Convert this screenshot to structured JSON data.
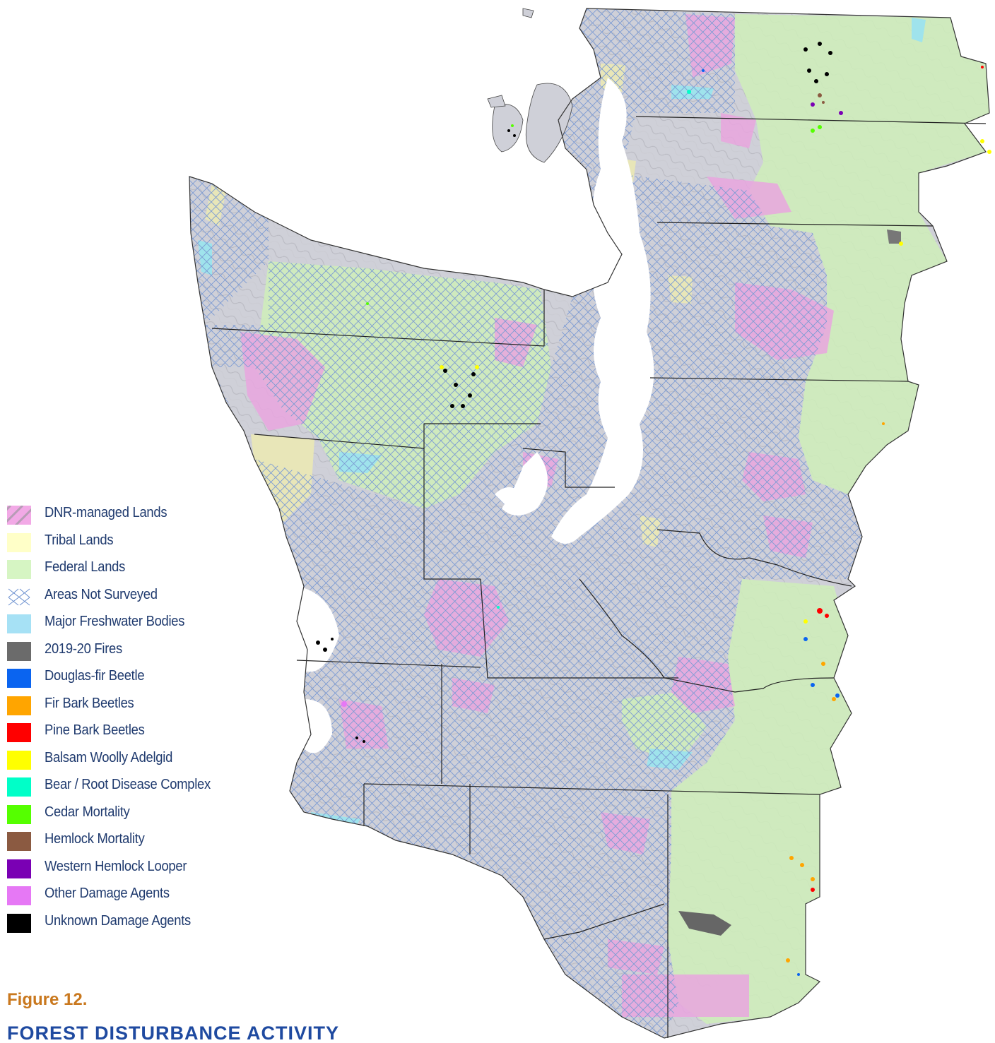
{
  "figure": {
    "label": "Figure 12.",
    "title": "FOREST DISTURBANCE ACTIVITY"
  },
  "legend": [
    {
      "key": "dnr",
      "label": "DNR-managed Lands",
      "color": "#f2a9e6",
      "pattern": "diagonal-hatch"
    },
    {
      "key": "tribal",
      "label": "Tribal Lands",
      "color": "#ffffc8",
      "pattern": "solid"
    },
    {
      "key": "federal",
      "label": "Federal Lands",
      "color": "#d6f5c3",
      "pattern": "solid"
    },
    {
      "key": "not_surveyed",
      "label": "Areas Not Surveyed",
      "color": "#6a8fcf",
      "pattern": "crosshatch"
    },
    {
      "key": "freshwater",
      "label": "Major Freshwater Bodies",
      "color": "#a6e1f5",
      "pattern": "solid"
    },
    {
      "key": "fires",
      "label": "2019-20 Fires",
      "color": "#6b6b6b",
      "pattern": "solid"
    },
    {
      "key": "douglas_fir",
      "label": "Douglas-fir Beetle",
      "color": "#0a64f0",
      "pattern": "solid"
    },
    {
      "key": "fir_bark",
      "label": "Fir Bark Beetles",
      "color": "#ffa500",
      "pattern": "solid"
    },
    {
      "key": "pine_bark",
      "label": "Pine Bark Beetles",
      "color": "#ff0000",
      "pattern": "solid"
    },
    {
      "key": "balsam",
      "label": "Balsam Woolly Adelgid",
      "color": "#ffff00",
      "pattern": "solid"
    },
    {
      "key": "bear_root",
      "label": "Bear / Root Disease Complex",
      "color": "#00ffc8",
      "pattern": "solid"
    },
    {
      "key": "cedar",
      "label": "Cedar Mortality",
      "color": "#55ff00",
      "pattern": "solid"
    },
    {
      "key": "hemlock",
      "label": "Hemlock Mortality",
      "color": "#8b5a41",
      "pattern": "solid"
    },
    {
      "key": "looper",
      "label": "Western Hemlock Looper",
      "color": "#7a00b4",
      "pattern": "solid"
    },
    {
      "key": "other",
      "label": "Other Damage Agents",
      "color": "#e678f5",
      "pattern": "solid"
    },
    {
      "key": "unknown",
      "label": "Unknown Damage Agents",
      "color": "#000000",
      "pattern": "solid"
    }
  ]
}
